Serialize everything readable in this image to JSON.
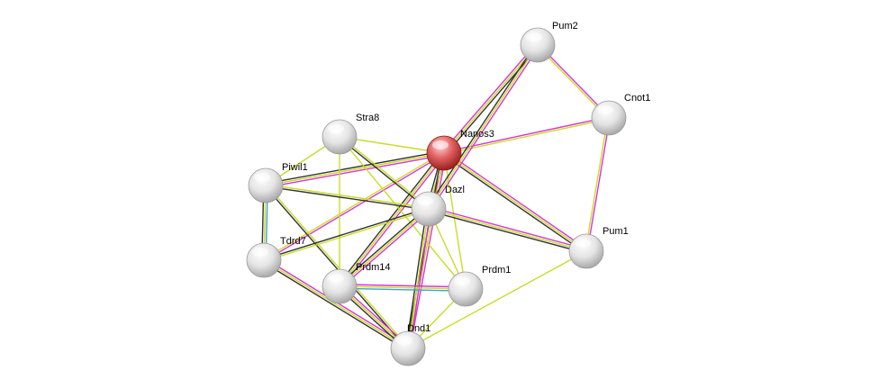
{
  "network": {
    "nodes": [
      {
        "id": "Nanos3",
        "label": "Nanos3",
        "query": true
      },
      {
        "id": "Pum2",
        "label": "Pum2"
      },
      {
        "id": "Cnot1",
        "label": "Cnot1"
      },
      {
        "id": "Stra8",
        "label": "Stra8"
      },
      {
        "id": "Piwil1",
        "label": "Piwil1"
      },
      {
        "id": "Dazl",
        "label": "Dazl"
      },
      {
        "id": "Tdrd7",
        "label": "Tdrd7"
      },
      {
        "id": "Pum1",
        "label": "Pum1"
      },
      {
        "id": "Prdm14",
        "label": "Prdm14"
      },
      {
        "id": "Prdm1",
        "label": "Prdm1"
      },
      {
        "id": "Dnd1",
        "label": "Dnd1"
      }
    ],
    "edges": [
      {
        "source": "Nanos3",
        "target": "Pum2",
        "evidence": [
          "pink",
          "yellow",
          "black"
        ]
      },
      {
        "source": "Nanos3",
        "target": "Cnot1",
        "evidence": [
          "pink",
          "yellow"
        ]
      },
      {
        "source": "Nanos3",
        "target": "Stra8",
        "evidence": [
          "yellow"
        ]
      },
      {
        "source": "Nanos3",
        "target": "Piwil1",
        "evidence": [
          "pink",
          "yellow",
          "black"
        ]
      },
      {
        "source": "Nanos3",
        "target": "Dazl",
        "evidence": [
          "pink",
          "yellow",
          "black"
        ]
      },
      {
        "source": "Nanos3",
        "target": "Tdrd7",
        "evidence": [
          "pink",
          "yellow"
        ]
      },
      {
        "source": "Nanos3",
        "target": "Pum1",
        "evidence": [
          "pink",
          "yellow",
          "black"
        ]
      },
      {
        "source": "Nanos3",
        "target": "Prdm14",
        "evidence": [
          "pink",
          "yellow",
          "black"
        ]
      },
      {
        "source": "Nanos3",
        "target": "Prdm1",
        "evidence": [
          "yellow"
        ]
      },
      {
        "source": "Nanos3",
        "target": "Dnd1",
        "evidence": [
          "pink",
          "yellow",
          "black"
        ]
      },
      {
        "source": "Pum2",
        "target": "Cnot1",
        "evidence": [
          "pink",
          "yellow"
        ]
      },
      {
        "source": "Pum2",
        "target": "Dazl",
        "evidence": [
          "pink",
          "yellow",
          "black"
        ]
      },
      {
        "source": "Cnot1",
        "target": "Pum1",
        "evidence": [
          "pink",
          "yellow"
        ]
      },
      {
        "source": "Stra8",
        "target": "Dazl",
        "evidence": [
          "yellow",
          "black"
        ]
      },
      {
        "source": "Stra8",
        "target": "Piwil1",
        "evidence": [
          "yellow"
        ]
      },
      {
        "source": "Stra8",
        "target": "Prdm14",
        "evidence": [
          "yellow"
        ]
      },
      {
        "source": "Stra8",
        "target": "Prdm1",
        "evidence": [
          "yellow"
        ]
      },
      {
        "source": "Piwil1",
        "target": "Dazl",
        "evidence": [
          "yellow",
          "black"
        ]
      },
      {
        "source": "Piwil1",
        "target": "Tdrd7",
        "evidence": [
          "blue",
          "yellow",
          "black"
        ]
      },
      {
        "source": "Piwil1",
        "target": "Dnd1",
        "evidence": [
          "yellow",
          "black"
        ]
      },
      {
        "source": "Dazl",
        "target": "Pum1",
        "evidence": [
          "pink",
          "yellow",
          "black"
        ]
      },
      {
        "source": "Dazl",
        "target": "Tdrd7",
        "evidence": [
          "yellow",
          "black"
        ]
      },
      {
        "source": "Dazl",
        "target": "Prdm14",
        "evidence": [
          "pink",
          "yellow",
          "black"
        ]
      },
      {
        "source": "Dazl",
        "target": "Prdm1",
        "evidence": [
          "yellow"
        ]
      },
      {
        "source": "Dazl",
        "target": "Dnd1",
        "evidence": [
          "pink",
          "yellow",
          "black"
        ]
      },
      {
        "source": "Tdrd7",
        "target": "Dnd1",
        "evidence": [
          "pink",
          "yellow",
          "black"
        ]
      },
      {
        "source": "Prdm14",
        "target": "Prdm1",
        "evidence": [
          "pink",
          "yellow",
          "blue"
        ]
      },
      {
        "source": "Prdm14",
        "target": "Dnd1",
        "evidence": [
          "pink",
          "yellow",
          "black"
        ]
      },
      {
        "source": "Prdm1",
        "target": "Dnd1",
        "evidence": [
          "yellow"
        ]
      },
      {
        "source": "Pum1",
        "target": "Dnd1",
        "evidence": [
          "yellow"
        ]
      }
    ]
  },
  "colors": {
    "pink": "#d633d6",
    "yellow": "#c8dc28",
    "black": "#333333",
    "blue": "#3ea1d9",
    "query_node": "#cc3333",
    "node": "#d8d8d8",
    "label": "#000000"
  }
}
